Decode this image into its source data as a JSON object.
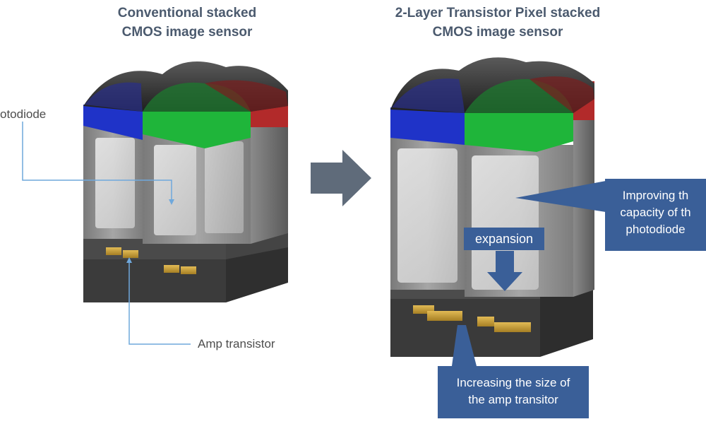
{
  "left": {
    "title_line1": "Conventional stacked",
    "title_line2": "CMOS image sensor",
    "label_photodiode": "otodiode",
    "label_amp": "Amp transistor"
  },
  "right": {
    "title_line1": "2-Layer Transistor Pixel stacked",
    "title_line2": "CMOS image sensor",
    "expansion_label": "expansion",
    "photodiode_callout": [
      "Improving th",
      "capacity of th",
      "photodiode"
    ],
    "amp_callout": [
      "Increasing the size of",
      "the amp transitor"
    ]
  },
  "colors": {
    "title": "#4b5a6e",
    "callout_bg": "#3a5f98",
    "leader_line": "#6fa8dc",
    "arrow": "#5f6b7a",
    "filter_blue": "#1f33c8",
    "filter_green": "#1fb53a",
    "filter_red": "#c22f2f",
    "amp_gold": "#c9a23a"
  },
  "icons": [
    "right-arrow-icon",
    "down-arrow-icon"
  ]
}
